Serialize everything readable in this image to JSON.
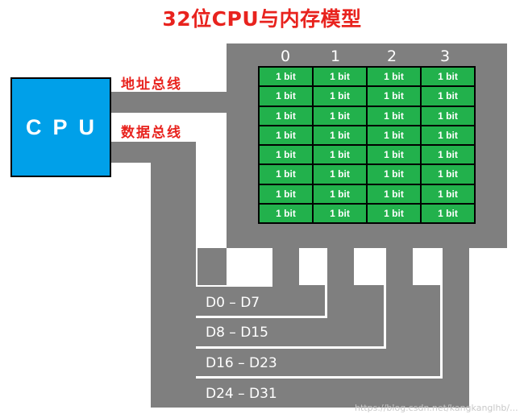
{
  "title": "32位CPU与内存模型",
  "cpu": {
    "label": "CPU"
  },
  "address_bus": {
    "label": "地址总线"
  },
  "data_bus": {
    "label": "数据总线"
  },
  "memory": {
    "columns": [
      "0",
      "1",
      "2",
      "3"
    ],
    "cell_label": "1 bit",
    "rows": 8
  },
  "data_lines": [
    "D0 – D7",
    "D8 – D15",
    "D16 – D23",
    "D24 – D31"
  ],
  "colors": {
    "title": "#e8231e",
    "cpu": "#00a0e9",
    "cell": "#22b14c",
    "bus": "#7f7f7f",
    "bus_label": "#e8231e"
  },
  "watermark": "https://blog.csdn.net/kangkanglhb/..."
}
